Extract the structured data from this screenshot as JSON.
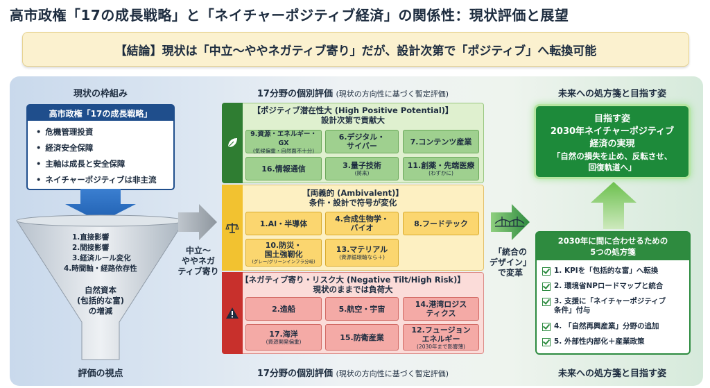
{
  "title": "高市政権「17の成長戦略」と「ネイチャーポジティブ経済」の関係性：現状評価と展望",
  "conclusion": "【結論】現状は「中立〜ややネガティブ寄り」だが、設計次第で「ポジティブ」へ転換可能",
  "left": {
    "header": "現状の枠組み",
    "footer": "評価の視点",
    "box_title": "高市政権「17の成長戦略」",
    "bullets": [
      "危機管理投資",
      "経済安全保障",
      "主軸は成長と安全保障",
      "ネイチャーポジティブは非主流"
    ],
    "funnel_lines": [
      "1.直接影響",
      "2.間接影響",
      "3.経済ルール変化",
      "4.時間軸・経路依存性"
    ],
    "funnel_result": [
      "自然資本",
      "(包括的な富)",
      "の増減"
    ],
    "mid_label": [
      "中立〜",
      "ややネガ",
      "ティブ寄り"
    ]
  },
  "center": {
    "header": "17分野の個別評価",
    "header_sub": "(現状の方向性に基づく暫定評価)",
    "footer": "17分野の個別評価",
    "footer_sub": "(現状の方向性に基づく暫定評価)",
    "positive": {
      "title": "【ポジティブ潜在性大 (High Positive Potential)】",
      "subtitle": "設計次第で貢献大",
      "cells": [
        {
          "label": "9.資源・エネルギー・GX",
          "note": "(気候偏重・自然面不十分)"
        },
        {
          "label": "6.デジタル・\nサイバー",
          "note": ""
        },
        {
          "label": "7.コンテンツ産業",
          "note": ""
        },
        {
          "label": "16.情報通信",
          "note": ""
        },
        {
          "label": "3.量子技術",
          "note": "(將来)"
        },
        {
          "label": "11.創薬・先端医療",
          "note": "(わずかに)"
        }
      ]
    },
    "ambivalent": {
      "title": "【両義的 (Ambivalent)】",
      "subtitle": "条件・設計で符号が変化",
      "cells": [
        {
          "label": "1.AI・半導体",
          "note": ""
        },
        {
          "label": "4.合成生物学・\nバイオ",
          "note": ""
        },
        {
          "label": "8.フードテック",
          "note": ""
        },
        {
          "label": "10.防災・\n国土強靭化",
          "note": "(グレー/グリーンインフラ分岐)"
        },
        {
          "label": "13.マテリアル",
          "note": "(資源循環軸なら＋)"
        }
      ]
    },
    "negative": {
      "title": "【ネガティブ寄り・リスク大 (Negative Tilt/High Risk)】",
      "subtitle": "現状のままでは負荷大",
      "cells": [
        {
          "label": "2.造船",
          "note": ""
        },
        {
          "label": "5.航空・宇宙",
          "note": ""
        },
        {
          "label": "14.港湾ロジス\nティクス",
          "note": ""
        },
        {
          "label": "17.海洋",
          "note": "(資源開発偏重)"
        },
        {
          "label": "15.防衛産業",
          "note": ""
        },
        {
          "label": "12.フュージョン\nエネルギー",
          "note": "(2030年まで影響薄)"
        }
      ]
    },
    "mid_label": [
      "「統合の",
      "デザイン」",
      "で変革"
    ]
  },
  "right": {
    "header": "未来への処方箋と目指す姿",
    "footer": "未来への処方箋と目指す姿",
    "goal": {
      "l1": "目指す姿",
      "l2": "2030年ネイチャーポジティブ",
      "l3": "経済の実現",
      "l4": "「自然の損失を止め、反転させ、",
      "l5": "回復軌道へ」"
    },
    "rx_title": [
      "2030年に間に合わせるための",
      "5つの処方箋"
    ],
    "rx_items": [
      "1. KPIを「包括的な富」へ転換",
      "2. 環境省NPロードマップと統合",
      "3. 支援に「ネイチャーポジティブ\n条件」付与",
      "4. 「自然再興産業」分野の追加",
      "5. 外部性内部化＋産業政策"
    ]
  },
  "colors": {
    "navy": "#1f4e8c",
    "green": "#1d8a3a",
    "positive": "#9fd08f",
    "ambivalent": "#fbd66f",
    "negative": "#f4aaa6"
  },
  "icons": [
    "leaf-icon",
    "scales-icon",
    "warning-icon",
    "bridge-icon",
    "checkbox-icon"
  ]
}
